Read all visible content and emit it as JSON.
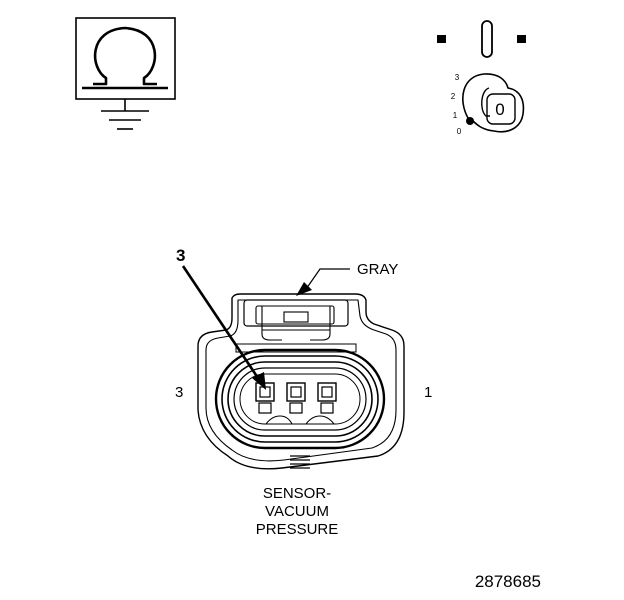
{
  "ohmmeter_symbol": {
    "glyph": "Ω"
  },
  "ignition_switch": {
    "positions": [
      "3",
      "2",
      "1",
      "0"
    ],
    "key_label": "0"
  },
  "connector": {
    "color_label": "GRAY",
    "callout_number": "3",
    "left_pin_label": "3",
    "right_pin_label": "1",
    "component_name": [
      "SENSOR-",
      "VACUUM",
      "PRESSURE"
    ]
  },
  "figure_id": "2878685",
  "colors": {
    "ink": "#000000",
    "background": "#ffffff"
  }
}
